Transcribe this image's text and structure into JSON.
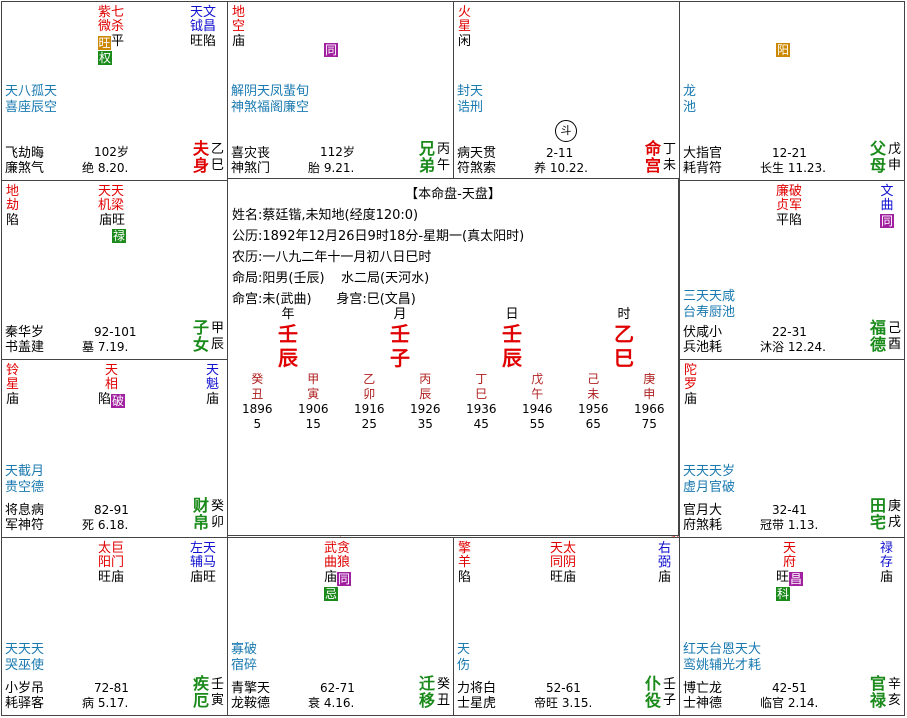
{
  "center": {
    "title": "【本命盘-天盘】",
    "line1": "姓名:蔡廷锴,未知地(经度120:0)",
    "line2": "公历:1892年12月26日9时18分-星期一(真太阳时)",
    "line3": "农历:一八九二年十一月初八日巳时",
    "line4": "命局:阳男(壬辰)    水二局(天河水)",
    "line5": "命宫:未(武曲)      身宫:巳(文昌)",
    "pillar_labels": [
      "年",
      "月",
      "日",
      "时"
    ],
    "pillars": [
      [
        "壬",
        "辰"
      ],
      [
        "壬",
        "子"
      ],
      [
        "壬",
        "辰"
      ],
      [
        "乙",
        "巳"
      ]
    ],
    "decades": [
      {
        "g": "癸",
        "z": "丑",
        "y": "1896",
        "a": "5"
      },
      {
        "g": "甲",
        "z": "寅",
        "y": "1906",
        "a": "15"
      },
      {
        "g": "乙",
        "z": "卯",
        "y": "1916",
        "a": "25"
      },
      {
        "g": "丙",
        "z": "辰",
        "y": "1926",
        "a": "35"
      },
      {
        "g": "丁",
        "z": "巳",
        "y": "1936",
        "a": "45"
      },
      {
        "g": "戊",
        "z": "午",
        "y": "1946",
        "a": "55"
      },
      {
        "g": "己",
        "z": "未",
        "y": "1956",
        "a": "65"
      },
      {
        "g": "庚",
        "z": "申",
        "y": "1966",
        "a": "75"
      }
    ],
    "dou": "斗"
  },
  "palaces": {
    "si": {
      "minor": [
        "天八孤天",
        "喜座辰空"
      ],
      "gods": [
        "飞劫晦",
        "廉煞气"
      ],
      "age": "102岁",
      "stage": "绝 8.20.",
      "pname": [
        "夫",
        "身"
      ],
      "branch": [
        "乙",
        "巳"
      ]
    },
    "wu": {
      "minor": [
        "解阴天凤蜚旬",
        "神煞福阁廉空"
      ],
      "gods": [
        "喜灾丧",
        "神煞门"
      ],
      "age": "112岁",
      "stage": "胎 9.21.",
      "pname": [
        "兄",
        "弟"
      ],
      "branch": [
        "丙",
        "午"
      ]
    },
    "wei": {
      "minor": [
        "封天",
        "诰刑"
      ],
      "gods": [
        "病天贯",
        "符煞索"
      ],
      "age": "2-11",
      "stage": "养 10.22.",
      "pname": [
        "命",
        "宫"
      ],
      "branch": [
        "丁",
        "未"
      ]
    },
    "shen": {
      "minor": [
        "龙",
        "池"
      ],
      "gods": [
        "大指官",
        "耗背符"
      ],
      "age": "12-21",
      "stage": "长生 11.23.",
      "pname": [
        "父",
        "母"
      ],
      "branch": [
        "戊",
        "申"
      ]
    },
    "chen": {
      "minor": [],
      "gods": [
        "秦华岁",
        "书盖建"
      ],
      "age": "92-101",
      "stage": "墓 7.19.",
      "pname": [
        "子",
        "女"
      ],
      "branch": [
        "甲",
        "辰"
      ]
    },
    "you": {
      "minor": [
        "三天天咸",
        "台寿厨池"
      ],
      "gods": [
        "伏咸小",
        "兵池耗"
      ],
      "age": "22-31",
      "stage": "沐浴 12.24.",
      "pname": [
        "福",
        "德"
      ],
      "branch": [
        "己",
        "酉"
      ]
    },
    "mao": {
      "minor": [
        "天截月",
        "贵空德"
      ],
      "gods": [
        "将息病",
        "军神符"
      ],
      "age": "82-91",
      "stage": "死 6.18.",
      "pname": [
        "财",
        "帛"
      ],
      "branch": [
        "癸",
        "卯"
      ]
    },
    "xu": {
      "minor": [
        "天天天岁",
        "虚月官破"
      ],
      "gods": [
        "官月大",
        "府煞耗"
      ],
      "age": "32-41",
      "stage": "冠带 1.13.",
      "pname": [
        "田",
        "宅"
      ],
      "branch": [
        "庚",
        "戌"
      ]
    },
    "yin": {
      "minor": [
        "天天天",
        "哭巫使"
      ],
      "gods": [
        "小岁吊",
        "耗驿客"
      ],
      "age": "72-81",
      "stage": "病 5.17.",
      "pname": [
        "疾",
        "厄"
      ],
      "branch": [
        "壬",
        "寅"
      ]
    },
    "chou": {
      "minor": [
        "寡破",
        "宿碎"
      ],
      "gods": [
        "青擎天",
        "龙鞍德"
      ],
      "age": "62-71",
      "stage": "衰 4.16.",
      "pname": [
        "迁",
        "移"
      ],
      "branch": [
        "癸",
        "丑"
      ]
    },
    "zi": {
      "minor": [
        "天",
        "伤"
      ],
      "gods": [
        "力将白",
        "士星虎"
      ],
      "age": "52-61",
      "stage": "帝旺 3.15.",
      "pname": [
        "仆",
        "役"
      ],
      "branch": [
        "壬",
        "子"
      ]
    },
    "hai": {
      "minor": [
        "红天台恩天大",
        "鸾姚辅光才耗"
      ],
      "gods": [
        "博亡龙",
        "士神德"
      ],
      "age": "42-51",
      "stage": "临官 2.14.",
      "pname": [
        "官",
        "禄"
      ],
      "branch": [
        "辛",
        "亥"
      ]
    }
  },
  "stars": {
    "si_a": {
      "n": [
        "紫",
        "微"
      ],
      "n2": [
        "七",
        "杀"
      ],
      "b": "旺平",
      "hua": "权"
    },
    "si_b": {
      "n": [
        "天",
        "钺"
      ],
      "n2": [
        "文",
        "昌"
      ],
      "b": "旺陷"
    },
    "wu_a": {
      "n": [
        "地",
        "空"
      ],
      "b": "庙"
    },
    "wu_b": {
      "hua": "同"
    },
    "wei_a": {
      "n": [
        "火",
        "星"
      ],
      "b": "闲"
    },
    "shen_a": {
      "hua": "阳"
    },
    "chen_a": {
      "n": [
        "地",
        "劫"
      ],
      "b": "陷"
    },
    "chen_b": {
      "n": [
        "天",
        "机"
      ],
      "n2": [
        "天",
        "梁"
      ],
      "b": "庙旺",
      "hua": "禄"
    },
    "you_a": {
      "n": [
        "廉",
        "贞"
      ],
      "n2": [
        "破",
        "军"
      ],
      "b": "平陷"
    },
    "you_b": {
      "n": [
        "文",
        "曲"
      ],
      "hua": "同"
    },
    "mao_a": {
      "n": [
        "铃",
        "星"
      ],
      "b": "庙"
    },
    "mao_b": {
      "n": [
        "天",
        "相"
      ],
      "b": "陷",
      "hua": "破"
    },
    "mao_c": {
      "n": [
        "天",
        "魁"
      ],
      "b": "庙"
    },
    "xu_a": {
      "n": [
        "陀",
        "罗"
      ],
      "b": "庙"
    },
    "yin_a": {
      "n": [
        "太",
        "阳"
      ],
      "n2": [
        "巨",
        "门"
      ],
      "b": "旺庙"
    },
    "yin_b": {
      "n": [
        "左",
        "辅"
      ],
      "n2": [
        "天",
        "马"
      ],
      "b": "庙旺"
    },
    "chou_a": {
      "n": [
        "武",
        "曲"
      ],
      "n2": [
        "贪",
        "狼"
      ],
      "b": "庙",
      "hua": "同",
      "hua2": "忌"
    },
    "zi_a": {
      "n": [
        "擎",
        "羊"
      ],
      "b": "陷"
    },
    "zi_b": {
      "n": [
        "天",
        "同"
      ],
      "n2": [
        "太",
        "阴"
      ],
      "b": "旺庙"
    },
    "zi_c": {
      "n": [
        "右",
        "弼"
      ],
      "b": "庙"
    },
    "hai_a": {
      "n": [
        "天",
        "府"
      ],
      "b": "旺",
      "hua": "昌",
      "hua2": "科"
    },
    "hai_b": {
      "n": [
        "禄",
        "存"
      ],
      "b": "庙"
    }
  }
}
